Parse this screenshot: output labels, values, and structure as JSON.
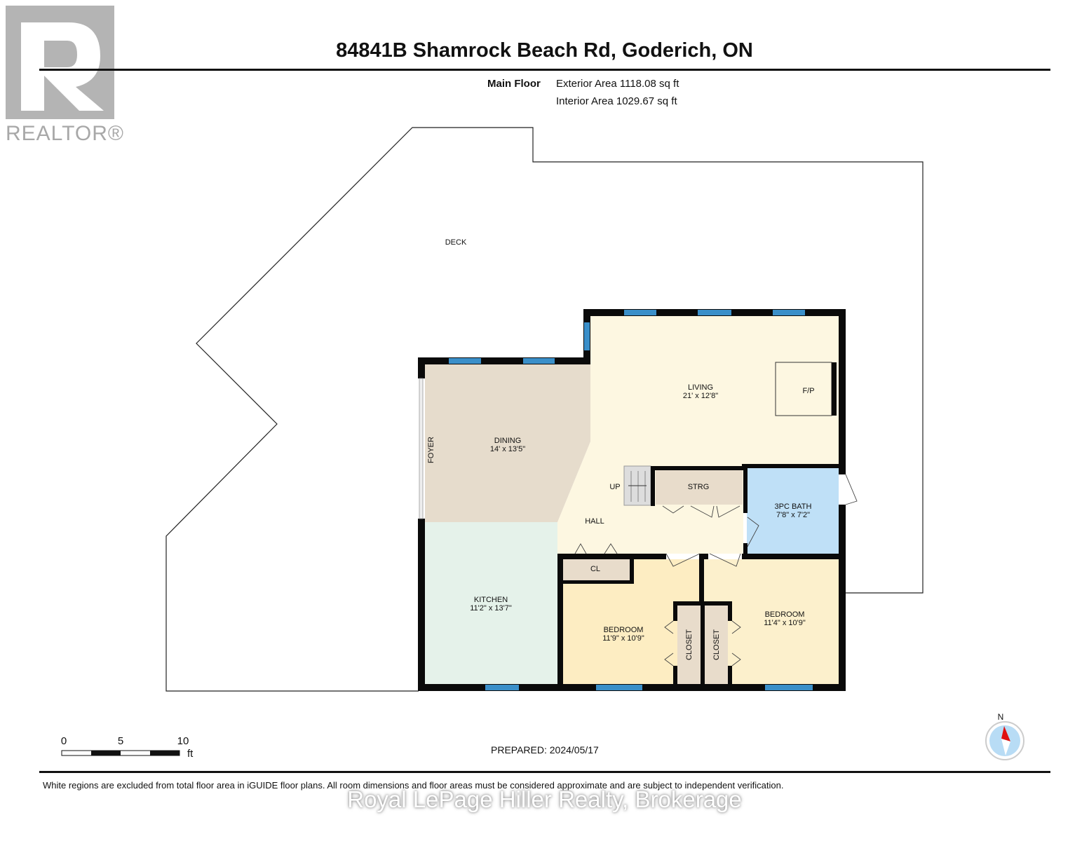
{
  "header": {
    "title": "84841B Shamrock Beach Rd, Goderich, ON",
    "floor_label": "Main Floor",
    "exterior_area": "Exterior Area 1118.08 sq ft",
    "interior_area": "Interior Area 1029.67 sq ft"
  },
  "logo": {
    "text": "REALTOR®"
  },
  "rooms": {
    "deck": {
      "name": "DECK"
    },
    "living": {
      "name": "LIVING",
      "dims": "21' x 12'8\""
    },
    "fireplace": {
      "name": "F/P"
    },
    "dining": {
      "name": "DINING",
      "dims": "14' x 13'5\""
    },
    "foyer": {
      "name": "FOYER"
    },
    "up": {
      "name": "UP"
    },
    "storage": {
      "name": "STRG"
    },
    "hall": {
      "name": "HALL"
    },
    "bath": {
      "name": "3PC BATH",
      "dims": "7'8\" x 7'2\""
    },
    "closet_hall": {
      "name": "CL"
    },
    "kitchen": {
      "name": "KITCHEN",
      "dims": "11'2\" x 13'7\""
    },
    "bedroom1": {
      "name": "BEDROOM",
      "dims": "11'9\" x 10'9\""
    },
    "bedroom2": {
      "name": "BEDROOM",
      "dims": "11'4\" x 10'9\""
    },
    "closet1": {
      "name": "CLOSET"
    },
    "closet2": {
      "name": "CLOSET"
    }
  },
  "scale": {
    "ticks": [
      "0",
      "5",
      "10"
    ],
    "unit": "ft"
  },
  "compass": {
    "label": "N"
  },
  "footer": {
    "prepared": "PREPARED: 2024/05/17",
    "disclaimer": "White regions are excluded from total floor area in iGUIDE floor plans. All room dimensions and floor areas must be considered approximate and are subject to independent verification.",
    "watermark": "Royal LePage Hiller Realty, Brokerage"
  },
  "colors": {
    "wall": "#0a0a0a",
    "window": "#3a8fc9",
    "living": "#fdf7e1",
    "dining": "#e6dccc",
    "kitchen": "#e5f2ea",
    "bath": "#bfe0f7",
    "bedroom": "#fcefc6",
    "storage": "#e8dccb"
  }
}
